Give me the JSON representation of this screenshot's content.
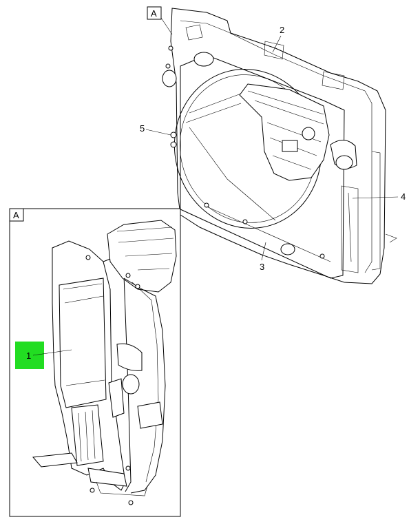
{
  "callouts": {
    "c1": "1",
    "c2": "2",
    "c3": "3",
    "c4": "4",
    "c5": "5"
  },
  "view_labels": {
    "main_ref": "A",
    "detail_view": "A"
  },
  "highlight_color": "#22dd22"
}
